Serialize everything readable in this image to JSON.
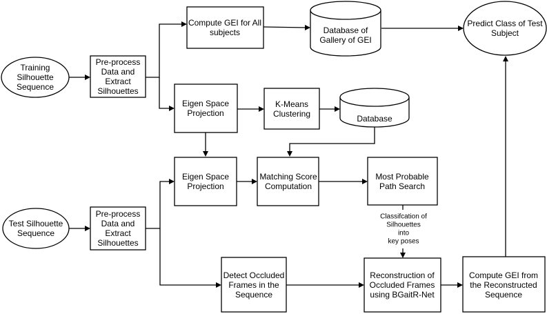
{
  "nodes": {
    "training": {
      "lines": [
        "Training",
        "Silhouette",
        "Sequence"
      ]
    },
    "preprocess_train": {
      "lines": [
        "Pre-process",
        "Data and",
        "Extract",
        "Silhouettes"
      ]
    },
    "compute_gei_all": {
      "lines": [
        "Compute GEI for All",
        "subjects"
      ]
    },
    "gallery_db": {
      "lines": [
        "Database of",
        "Gallery of GEI"
      ]
    },
    "predict": {
      "lines": [
        "Predict Class of Test",
        "Subject"
      ]
    },
    "eigen_train": {
      "lines": [
        "Eigen Space",
        "Projection"
      ]
    },
    "kmeans": {
      "lines": [
        "K-Means",
        "Clustering"
      ]
    },
    "database": {
      "lines": [
        "Database"
      ]
    },
    "eigen_test": {
      "lines": [
        "Eigen Space",
        "Projection"
      ]
    },
    "matching": {
      "lines": [
        "Matching Score",
        "Computation"
      ]
    },
    "path_search": {
      "lines": [
        "Most Probable",
        "Path Search"
      ]
    },
    "classification_label": {
      "lines": [
        "Classifcation of",
        "Silhouettes",
        "into",
        "key poses"
      ]
    },
    "test_seq": {
      "lines": [
        "Test Silhouette",
        "Sequence"
      ]
    },
    "preprocess_test": {
      "lines": [
        "Pre-process",
        "Data and",
        "Extract",
        "Silhouettes"
      ]
    },
    "detect": {
      "lines": [
        "Detect Occluded",
        "Frames in the",
        "Sequence"
      ]
    },
    "reconstruct": {
      "lines": [
        "Reconstruction of",
        "Occluded Frames",
        "using BGaitR-Net"
      ]
    },
    "compute_gei_recon": {
      "lines": [
        "Compute GEI from",
        "the Reconstructed",
        "Sequence"
      ]
    }
  },
  "colors": {
    "stroke": "#000000",
    "fill": "#ffffff",
    "text": "#000000"
  }
}
